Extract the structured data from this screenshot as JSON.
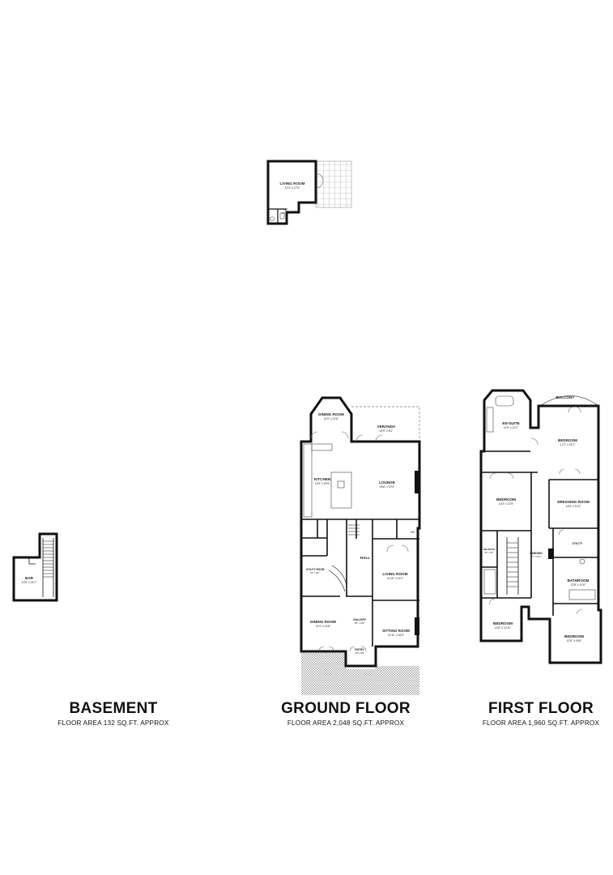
{
  "upper_plan": {
    "rooms": [
      {
        "name": "LIVING ROOM",
        "dims": "12'3\" x 17'5\""
      },
      {
        "name": "WC",
        "dims": "5'6\" x 5'8\""
      }
    ]
  },
  "basement": {
    "title": "BASEMENT",
    "area": "FLOOR AREA 132 SQ.FT. APPROX",
    "rooms": [
      {
        "name": "BAR",
        "dims": "10'0\" x 16'7\""
      }
    ]
  },
  "ground_floor": {
    "title": "GROUND FLOOR",
    "area": "FLOOR AREA 2,048 SQ.FT. APPROX",
    "rooms": [
      {
        "name": "DINING ROOM",
        "dims": "11'0\" x 12'6\""
      },
      {
        "name": "VERANDA",
        "dims": "15'9\" x 8'1\""
      },
      {
        "name": "KITCHEN",
        "dims": "13'9\" x 20'5\""
      },
      {
        "name": "LOUNGE",
        "dims": "16'6\" x 19'3\""
      },
      {
        "name": "HALL",
        "dims": ""
      },
      {
        "name": "UTILITY ROOM",
        "dims": "9'6\" x 8'6\""
      },
      {
        "name": "LIVING ROOM",
        "dims": "11'10\" x 12'1\""
      },
      {
        "name": "DINING ROOM",
        "dims": "11'4\" x 14'8\""
      },
      {
        "name": "SITTING ROOM",
        "dims": "11'11\" x 16'0\""
      },
      {
        "name": "GALLERY",
        "dims": "4'8\" x 13'8\""
      },
      {
        "name": "ENTRY",
        "dims": "4'8\" x 5'8\""
      },
      {
        "name": "WC",
        "dims": ""
      }
    ]
  },
  "first_floor": {
    "title": "FIRST FLOOR",
    "area": "FLOOR AREA 1,960 SQ.FT. APPROX",
    "rooms": [
      {
        "name": "BALCONY",
        "dims": ""
      },
      {
        "name": "EN-SUITE",
        "dims": "11'9\" x 10'1\""
      },
      {
        "name": "BEDROOM",
        "dims": "17'2\" x 22'1\""
      },
      {
        "name": "BEDROOM",
        "dims": "13'2\" x 11'9\""
      },
      {
        "name": "DRESSING ROOM",
        "dims": "12'6\" x 12'3\""
      },
      {
        "name": "UTILITY",
        "dims": ""
      },
      {
        "name": "EN-SUITE",
        "dims": "8'6\" x 5'9\""
      },
      {
        "name": "LANDING",
        "dims": "8'7\" x 21'0\""
      },
      {
        "name": "BATHROOM",
        "dims": "12'8\" x 11'6\""
      },
      {
        "name": "BEDROOM",
        "dims": "12'6\" x 12'11\""
      },
      {
        "name": "BEDROOM",
        "dims": "12'6\" x 15'6\""
      }
    ]
  },
  "colors": {
    "wall": "#111111",
    "hatch": "#9a9a9a",
    "text": "#222222"
  }
}
